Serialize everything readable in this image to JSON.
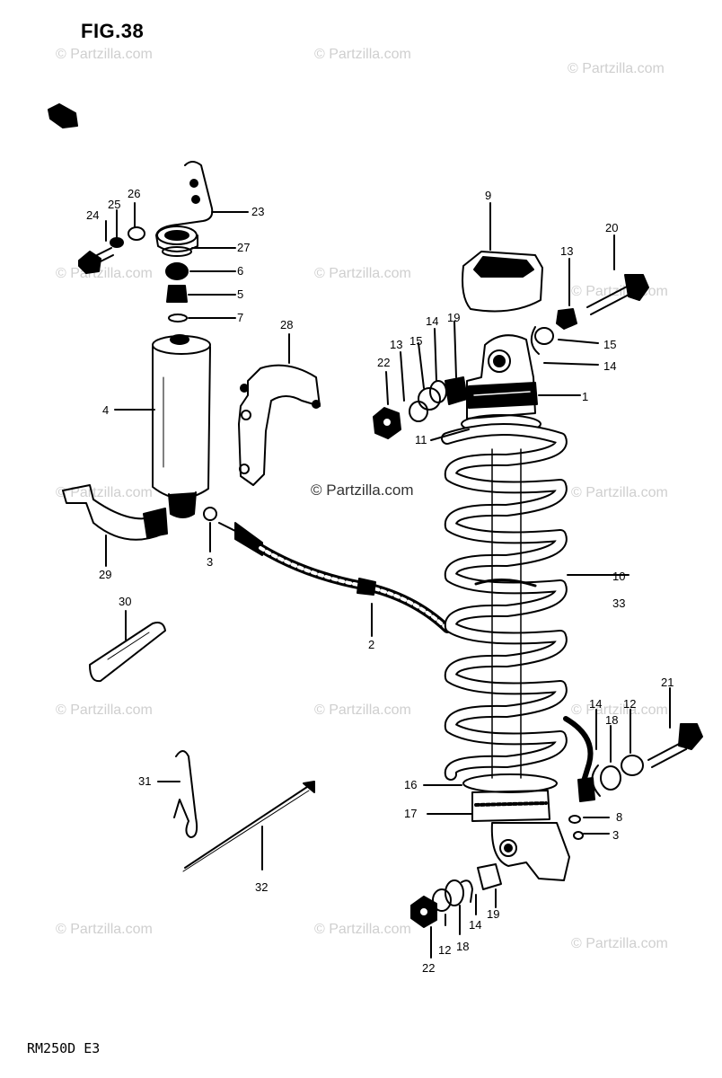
{
  "figure": {
    "title": "FIG.38",
    "model": "RM250D  E3"
  },
  "watermark": {
    "text": "© Partzilla.com"
  },
  "callouts": [
    "1",
    "2",
    "3",
    "3",
    "4",
    "5",
    "6",
    "7",
    "8",
    "9",
    "10",
    "33",
    "11",
    "12",
    "12",
    "13",
    "13",
    "14",
    "14",
    "14",
    "14",
    "15",
    "15",
    "16",
    "17",
    "18",
    "18",
    "19",
    "19",
    "20",
    "21",
    "22",
    "22",
    "23",
    "24",
    "25",
    "26",
    "27",
    "28",
    "29",
    "30",
    "31",
    "32"
  ],
  "palette": {
    "ink": "#000000",
    "watermark": "#cfcfcf",
    "paper": "#ffffff"
  }
}
